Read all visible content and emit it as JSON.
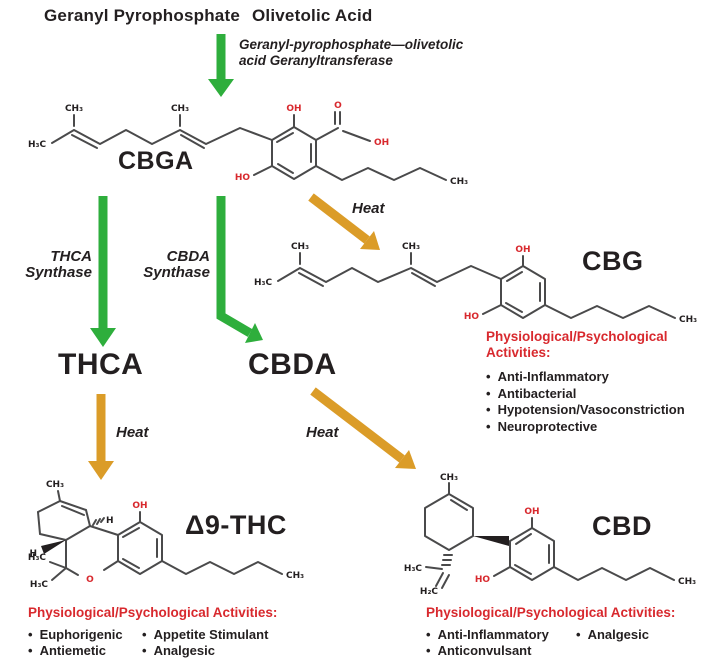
{
  "bullet": "•",
  "colors": {
    "green": "#2eae3c",
    "orange": "#db9c28",
    "red": "#d8292e",
    "ink": "#231f20",
    "bond": "#4a4a4b"
  },
  "header": {
    "left": "Geranyl Pyrophosphate",
    "right": "Olivetolic Acid"
  },
  "enzymes": {
    "geranyltransferase": {
      "line1": "Geranyl-pyrophosphate—olivetolic",
      "line2": "acid Geranyltransferase"
    },
    "thca_synthase": {
      "line1": "THCA",
      "line2": "Synthase"
    },
    "cbda_synthase": {
      "line1": "CBDA",
      "line2": "Synthase"
    }
  },
  "heat": {
    "to_cbg": "Heat",
    "to_thc": "Heat",
    "to_cbd": "Heat"
  },
  "compounds": {
    "cbga": {
      "name": "CBGA"
    },
    "thca": {
      "name": "THCA"
    },
    "cbda": {
      "name": "CBDA"
    },
    "cbg": {
      "name": "CBG"
    },
    "thc": {
      "name": "Δ9-THC"
    },
    "cbd": {
      "name": "CBD"
    }
  },
  "activities": {
    "cbg": {
      "title_line1": "Physiological/Psychological",
      "title_line2": "Activities:",
      "items": [
        "Anti-Inflammatory",
        "Antibacterial",
        "Hypotension/Vasoconstriction",
        "Neuroprotective"
      ]
    },
    "thc": {
      "title": "Physiological/Psychological Activities:",
      "col1": [
        "Euphorigenic",
        "Antiemetic"
      ],
      "col2": [
        "Appetite Stimulant",
        "Analgesic"
      ]
    },
    "cbd": {
      "title": "Physiological/Psychological Activities:",
      "col1": [
        "Anti-Inflammatory",
        "Anticonvulsant"
      ],
      "col2": [
        "Analgesic"
      ]
    }
  },
  "atoms": {
    "ch3": "CH₃",
    "h3c": "H₃C",
    "h2c": "H₂C",
    "oh": "OH",
    "ho": "HO",
    "o": "O",
    "h": "H"
  }
}
